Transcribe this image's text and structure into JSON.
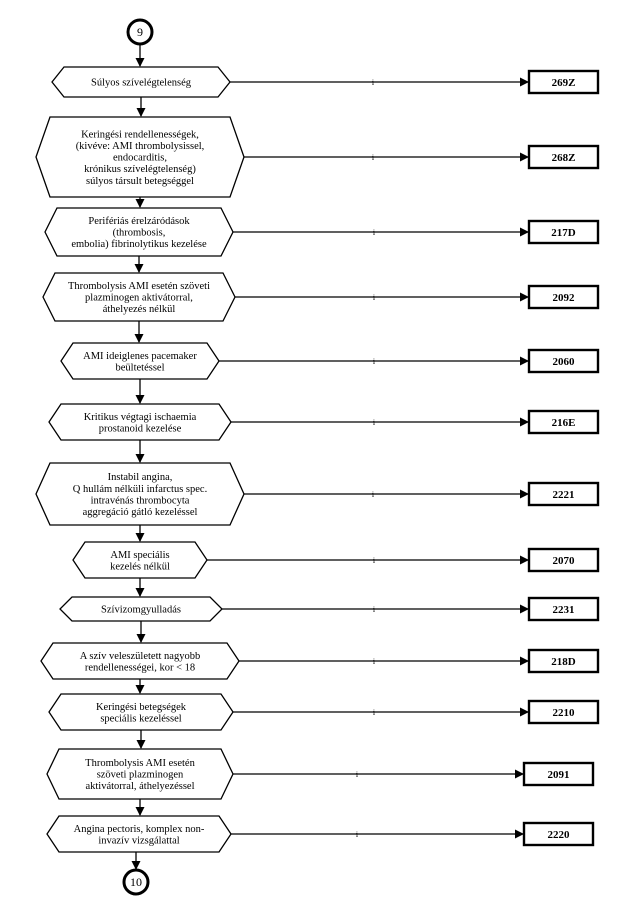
{
  "start_connector": "9",
  "end_connector": "10",
  "branch_label": "i",
  "steps": [
    {
      "lines": [
        "Súlyos szívelégtelenség"
      ],
      "code": "269Z"
    },
    {
      "lines": [
        "Keringési rendellenességek,",
        "(kivéve: AMI thrombolysissel,",
        "endocarditis,",
        "krónikus szívelégtelenség)",
        "súlyos társult betegséggel"
      ],
      "code": "268Z"
    },
    {
      "lines": [
        "Perifériás érelzáródások",
        "(thrombosis,",
        "embolia) fibrinolytikus kezelése"
      ],
      "code": "217D"
    },
    {
      "lines": [
        "Thrombolysis AMI esetén szöveti",
        "plazminogen aktivátorral,",
        "áthelyezés nélkül"
      ],
      "code": "2092"
    },
    {
      "lines": [
        "AMI  ideiglenes pacemaker",
        "beültetéssel"
      ],
      "code": "2060"
    },
    {
      "lines": [
        "Kritikus végtagi ischaemia",
        "prostanoid kezelése"
      ],
      "code": "216E"
    },
    {
      "lines": [
        "Instabil angina,",
        "Q hullám nélküli infarctus spec.",
        "intravénás thrombocyta",
        "aggregáció gátló kezeléssel"
      ],
      "code": "2221"
    },
    {
      "lines": [
        "AMI speciális",
        "kezelés nélkül"
      ],
      "code": "2070"
    },
    {
      "lines": [
        "Szívizomgyulladás"
      ],
      "code": "2231"
    },
    {
      "lines": [
        "A szív veleszületett nagyobb",
        "rendellenességei, kor < 18"
      ],
      "code": "218D"
    },
    {
      "lines": [
        "Keringési betegségek",
        "speciális kezeléssel"
      ],
      "code": "2210"
    },
    {
      "lines": [
        "Thrombolysis AMI esetén",
        "szöveti plazminogen",
        "aktivátorral, áthelyezéssel"
      ],
      "code": "2091"
    },
    {
      "lines": [
        "Angina pectoris, komplex non-",
        "invazív vizsgálattal"
      ],
      "code": "2220"
    }
  ]
}
